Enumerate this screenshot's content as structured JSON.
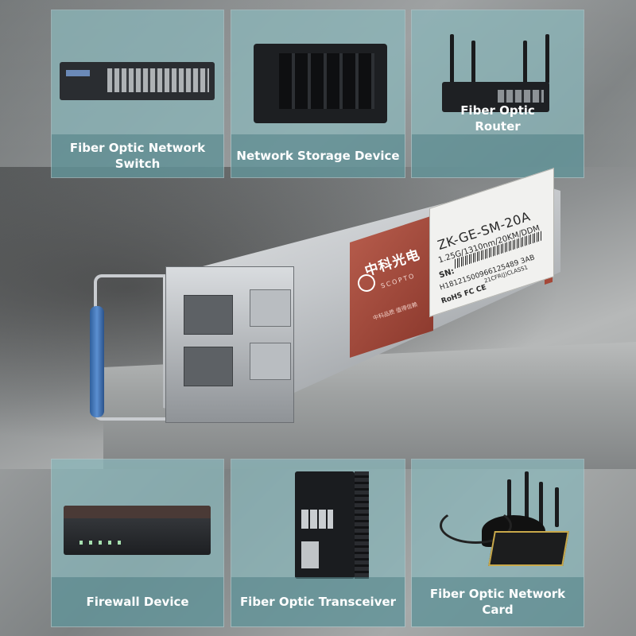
{
  "top_cards": [
    {
      "label": "Fiber Optic Network\nSwitch",
      "line1": "Fiber Optic Network",
      "line2": "Switch",
      "icon": "network-switch"
    },
    {
      "label": "Network Storage Device",
      "line1": "Network Storage Device",
      "line2": "",
      "icon": "nas-device"
    },
    {
      "label": "Fiber Optic\nRouter",
      "line1": "Fiber Optic",
      "line2": "Router",
      "icon": "router"
    }
  ],
  "bottom_cards": [
    {
      "line1": "Firewall Device",
      "line2": "",
      "icon": "firewall"
    },
    {
      "line1": "Fiber Optic Transceiver",
      "line2": "",
      "icon": "industrial-transceiver"
    },
    {
      "line1": "Fiber Optic Network",
      "line2": "Card",
      "icon": "network-card"
    }
  ],
  "module": {
    "brand_cn": "中科光电",
    "brand_en": "SCOPTO",
    "slogan": "中科品质 值得信赖",
    "model": "ZK-GE-SM-20A",
    "spec": "1.25G/1310nm/20KM/DDM",
    "sn_label": "SN:",
    "serial": "H18121500966125489 3AB",
    "cert_text": "21CFR(J)CLASS1",
    "cert_marks": "RoHS FC CE"
  },
  "colors": {
    "card_bg": "#78aab0",
    "label_red": "#a54838",
    "bail_blue": "#3a6fb3"
  }
}
